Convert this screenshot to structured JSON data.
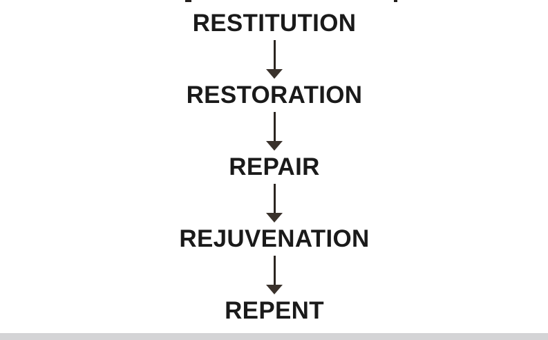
{
  "document": {
    "background_color": "#ffffff",
    "text_color": "#1a1a1a",
    "arrow_color": "#3a322c",
    "bottom_band_color": "#d4d4d6"
  },
  "flow": {
    "type": "vertical-flowchart",
    "direction": "top-to-bottom",
    "steps": [
      {
        "label": "RESTITUTION"
      },
      {
        "label": "RESTORATION"
      },
      {
        "label": "REPAIR"
      },
      {
        "label": "REJUVENATION"
      },
      {
        "label": "REPENT"
      }
    ],
    "connector": "down-arrow"
  }
}
